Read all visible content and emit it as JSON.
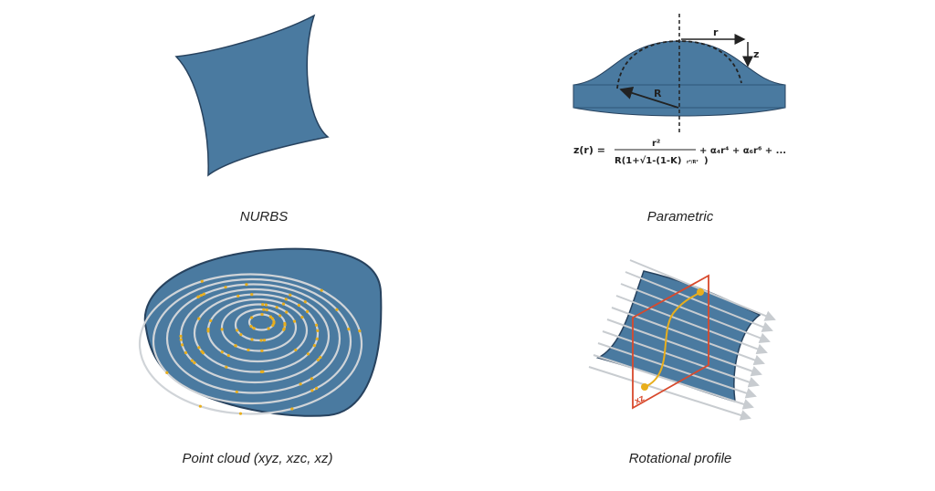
{
  "colors": {
    "surface": "#4a7aa0",
    "outline": "#27425e",
    "accent_yellow": "#e8ae1c",
    "plane_red": "#d8492c",
    "line_grey": "#d0d4d8"
  },
  "panels": [
    {
      "caption": "NURBS"
    },
    {
      "caption": "Parametric",
      "labels": {
        "r": "r",
        "z": "z",
        "R": "R"
      },
      "equation": {
        "lhs": "z(r) =",
        "numerator": "r²",
        "denominator": "R(1+√1-(1-K)",
        "denominator_frac": "r²/R²",
        "denominator_close": ")",
        "tail": "+ α₄r⁴ + α₆r⁶ + ..."
      }
    },
    {
      "caption": "Point cloud (xyz, xzc, xz)"
    },
    {
      "caption": "Rotational profile",
      "plane_label": "xz"
    }
  ]
}
